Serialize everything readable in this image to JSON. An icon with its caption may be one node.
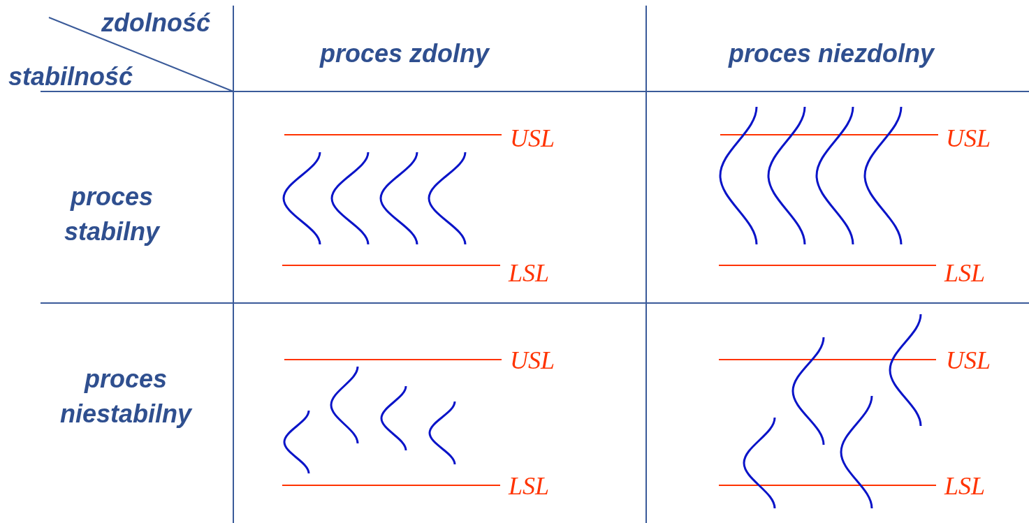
{
  "diagram": {
    "labels": [
      "zdolność",
      "stabilność",
      "proces zdolny",
      "proces niezdolny",
      "proces stabilny",
      "USL",
      "LSL",
      "USL",
      "LSL",
      "proces niestabilny",
      "USL",
      "LSL",
      "USL",
      "LSL"
    ]
  }
}
